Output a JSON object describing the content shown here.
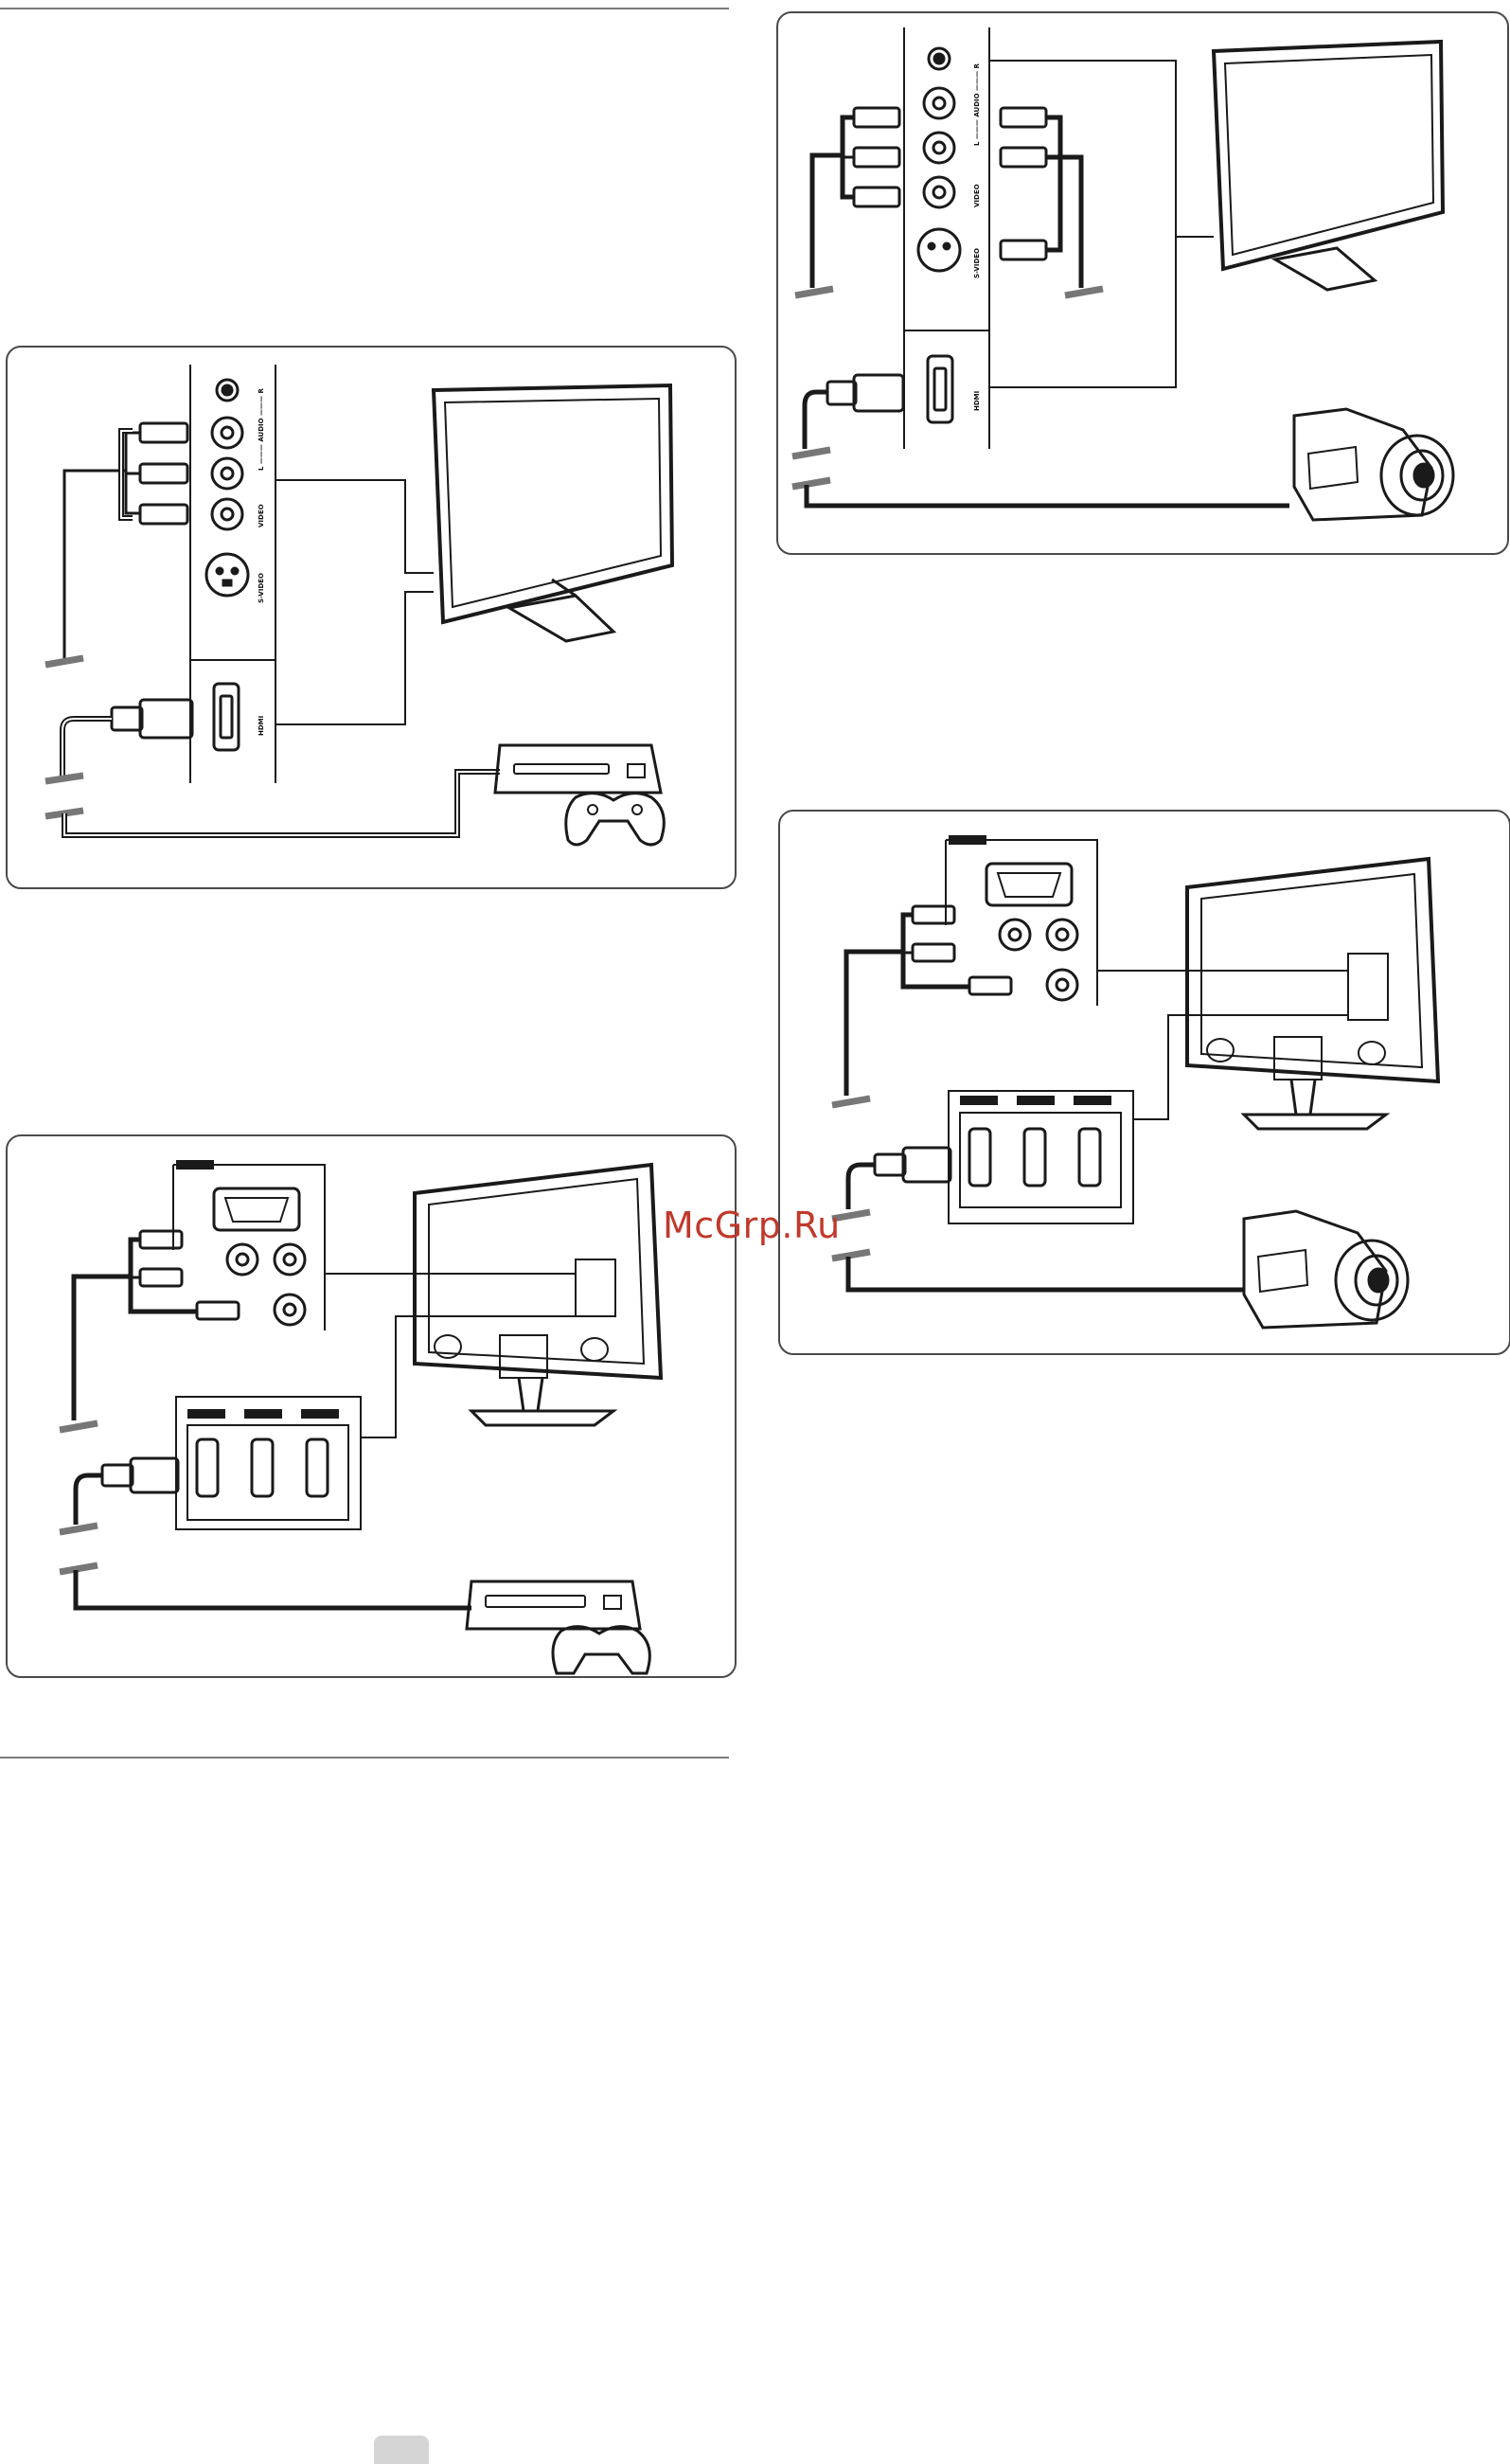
{
  "watermark": "McGrp.Ru",
  "side_panel_labels": {
    "audio": "L ——— AUDIO ——— R",
    "video": "VIDEO",
    "svideo": "S-VIDEO",
    "hdmi": "HDMI"
  },
  "colors": {
    "stroke": "#1a1a1a",
    "panel_border": "#4a4a4a",
    "rule": "#7a7a7a",
    "watermark": "#c0392b",
    "page_tab": "#d5d5d5"
  },
  "icons": [
    "flat-tv-front-icon",
    "flat-tv-back-icon",
    "game-console-icon",
    "gamepad-icon",
    "camcorder-icon",
    "rca-plug-icon",
    "hdmi-plug-icon",
    "headphone-jack-icon",
    "s-video-jack-icon",
    "vga-port-icon"
  ]
}
